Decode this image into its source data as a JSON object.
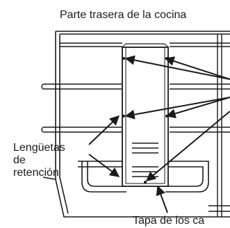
{
  "labels": {
    "top": "Parte trasera de la cocina",
    "left_line1": "Lengüetas",
    "left_line2": "de",
    "left_line3": "retención",
    "bottom": "Tapa de los ca"
  },
  "colors": {
    "ink": "#1a1a1a",
    "background": "#ffffff"
  }
}
